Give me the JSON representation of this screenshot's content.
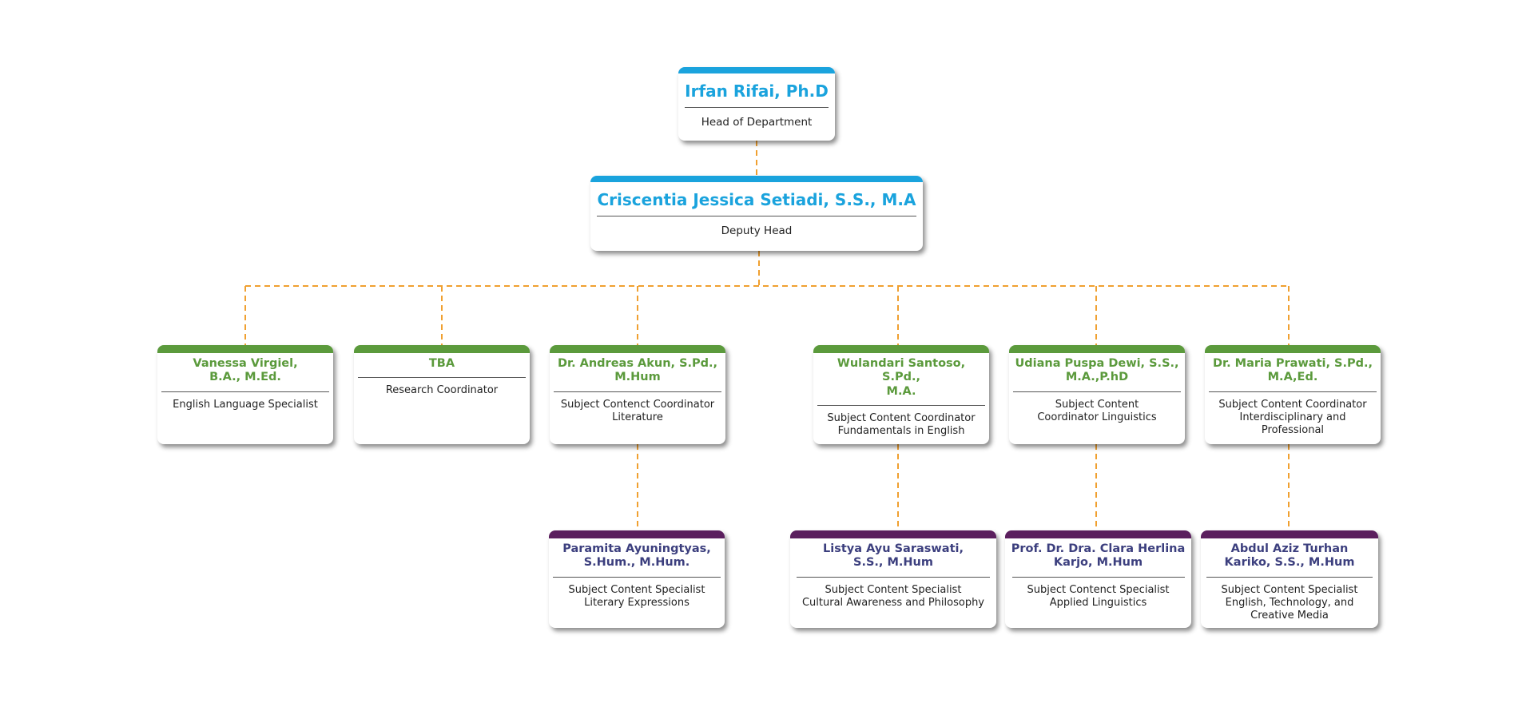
{
  "colors": {
    "top_accent": "#1aa3dd",
    "mid_accent": "#5b9a3c",
    "bottom_bar": "#5b1f5e",
    "bottom_name": "#3c3f7e",
    "connector": "#f0a030"
  },
  "head": {
    "name": "Irfan Rifai, Ph.D",
    "role": "Head of Department"
  },
  "deputy": {
    "name": "Criscentia Jessica Setiadi, S.S., M.A",
    "role": "Deputy Head"
  },
  "coordinators": [
    {
      "name": "Vanessa Virgiel,\nB.A., M.Ed.",
      "role": "English Language Specialist"
    },
    {
      "name": "TBA",
      "role": "Research Coordinator"
    },
    {
      "name": "Dr. Andreas Akun, S.Pd.,\nM.Hum",
      "role": "Subject Contenct Coordinator\nLiterature"
    },
    {
      "name": "Wulandari Santoso, S.Pd.,\nM.A.",
      "role": "Subject Content Coordinator\nFundamentals in English"
    },
    {
      "name": "Udiana Puspa Dewi, S.S.,\nM.A.,P.hD",
      "role": "Subject Content\nCoordinator Linguistics"
    },
    {
      "name": "Dr. Maria Prawati, S.Pd.,\nM.A,Ed.",
      "role": "Subject Content Coordinator\nInterdisciplinary and\nProfessional"
    }
  ],
  "specialists": [
    {
      "name": "Paramita Ayuningtyas,\nS.Hum., M.Hum.",
      "role": "Subject Content Specialist\nLiterary Expressions"
    },
    {
      "name": "Listya Ayu Saraswati,\nS.S., M.Hum",
      "role": "Subject Content Specialist\nCultural Awareness and Philosophy"
    },
    {
      "name": "Prof. Dr. Dra. Clara Herlina\nKarjo, M.Hum",
      "role": "Subject Contenct Specialist\nApplied Linguistics"
    },
    {
      "name": "Abdul Aziz Turhan\nKariko, S.S., M.Hum",
      "role": "Subject Content Specialist\nEnglish, Technology, and\nCreative Media"
    }
  ]
}
